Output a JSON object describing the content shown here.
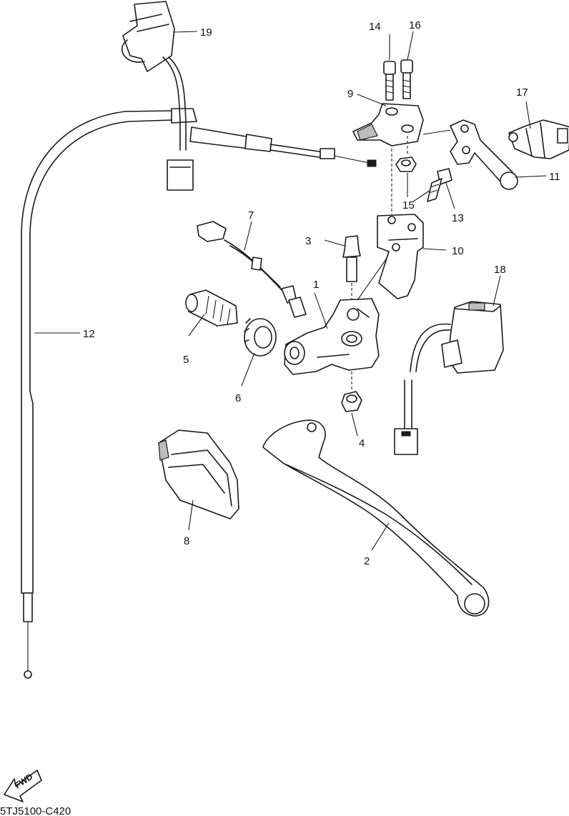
{
  "diagram": {
    "drawing_code": "5TJ5100-C420",
    "direction_badge": "FWD",
    "callouts": [
      "1",
      "2",
      "3",
      "4",
      "5",
      "6",
      "7",
      "8",
      "9",
      "10",
      "11",
      "12",
      "13",
      "14",
      "15",
      "16",
      "17",
      "18",
      "19"
    ]
  }
}
